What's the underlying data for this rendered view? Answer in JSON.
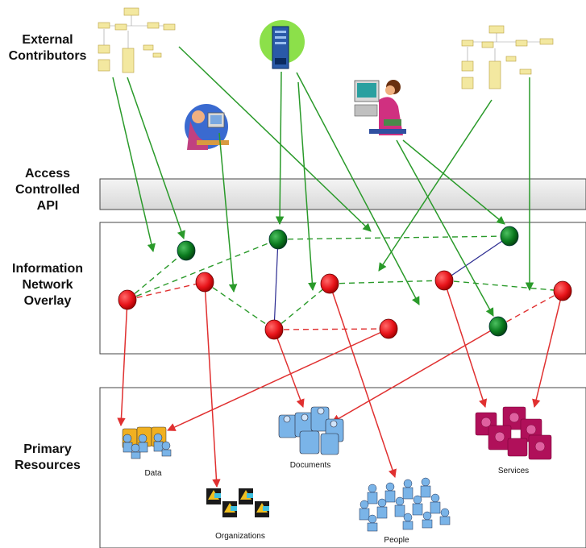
{
  "layers": {
    "external_contributors": "External\nContributors",
    "access_controlled_api": "Access\nControlled\nAPI",
    "information_network_overlay": "Information\nNetwork\nOverlay",
    "primary_resources": "Primary\nResources"
  },
  "resources": {
    "data": "Data",
    "documents": "Documents",
    "organizations": "Organizations",
    "people": "People",
    "services": "Services"
  },
  "colors": {
    "green_node": "#0a7a1e",
    "red_node": "#e8141a",
    "green_edge": "#2a9a2a",
    "red_edge": "#e03030",
    "blue_edge": "#2a2a90",
    "api_band": "#e6e6e6",
    "services": "#b0105a",
    "people_docs": "#7ab4e8"
  }
}
